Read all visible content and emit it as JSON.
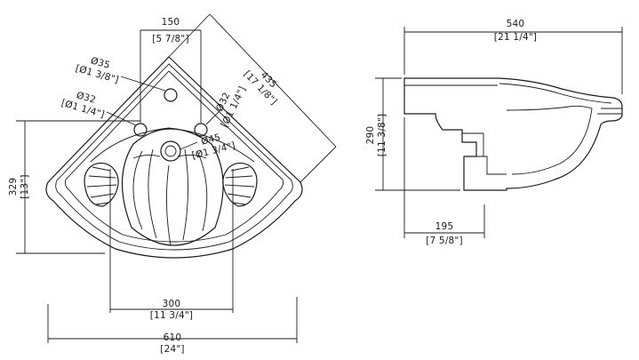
{
  "colors": {
    "line": "#1a1a1a",
    "background": "#ffffff"
  },
  "top_view": {
    "dims": {
      "offset_mm": "150",
      "offset_in": "[5 7/8\"]",
      "diag_mm": "435",
      "diag_in": "[17 1/8\"]",
      "tap_hole_mm": "Ø35",
      "tap_hole_in": "[Ø1 3/8\"]",
      "hole_left_mm": "Ø32",
      "hole_left_in": "[Ø1 1/4\"]",
      "hole_right_mm": "Ø32",
      "hole_right_in": "[Ø1 1/4\"]",
      "drain_mm": "Ø45",
      "drain_in": "[Ø1 3/4\"]",
      "depth_mm": "329",
      "depth_in": "[13\"]",
      "bowl_mm": "300",
      "bowl_in": "[11 3/4\"]",
      "width_mm": "610",
      "width_in": "[24\"]"
    }
  },
  "side_view": {
    "dims": {
      "length_mm": "540",
      "length_in": "[21 1/4\"]",
      "height_mm": "290",
      "height_in": "[11 3/8\"]",
      "back_mm": "195",
      "back_in": "[7 5/8\"]"
    }
  }
}
